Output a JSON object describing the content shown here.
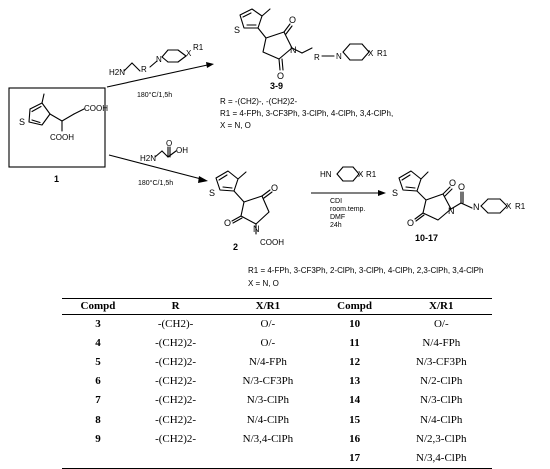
{
  "scheme": {
    "start_label": "1",
    "amine_reagent_condition": "180°C/1,5h",
    "glycine_reagent_condition": "180°C/1,5h",
    "product_upper_label": "3-9",
    "product_lower_mid_label": "2",
    "product_lower_right_label": "10-17",
    "coupling_conditions": [
      "CDI",
      "room.temp.",
      "DMF",
      "24h"
    ],
    "upper_legend": {
      "r_line": "R = -(CH2)-, -(CH2)2-",
      "r1_line_1": "R1 = 4-FPh, 3-CF3Ph, 3-ClPh, 4-ClPh, 3,4-ClPh,",
      "x_line": "X = N, O"
    },
    "lower_legend": {
      "r1_line": "R1 = 4-FPh, 3-CF3Ph, 2-ClPh, 3-ClPh, 4-ClPh, 2,3-ClPh, 3,4-ClPh",
      "x_line": "X = N, O"
    },
    "atom_labels": {
      "s": "S",
      "o": "O",
      "n": "N",
      "h2n": "H2N",
      "hn": "HN",
      "x": "X",
      "r1": "R1",
      "r": "R",
      "cooh": "COOH",
      "oh_acid": "OH"
    }
  },
  "table": {
    "headers": [
      "Compd",
      "R",
      "X/R1",
      "Compd",
      "X/R1"
    ],
    "rows": [
      [
        "3",
        "-(CH2)-",
        "O/-",
        "10",
        "O/-"
      ],
      [
        "4",
        "-(CH2)2-",
        "O/-",
        "11",
        "N/4-FPh"
      ],
      [
        "5",
        "-(CH2)2-",
        "N/4-FPh",
        "12",
        "N/3-CF3Ph"
      ],
      [
        "6",
        "-(CH2)2-",
        "N/3-CF3Ph",
        "13",
        "N/2-ClPh"
      ],
      [
        "7",
        "-(CH2)2-",
        "N/3-ClPh",
        "14",
        "N/3-ClPh"
      ],
      [
        "8",
        "-(CH2)2-",
        "N/4-ClPh",
        "15",
        "N/4-ClPh"
      ],
      [
        "9",
        "-(CH2)2-",
        "N/3,4-ClPh",
        "16",
        "N/2,3-ClPh"
      ],
      [
        "",
        "",
        "",
        "17",
        "N/3,4-ClPh"
      ]
    ]
  }
}
